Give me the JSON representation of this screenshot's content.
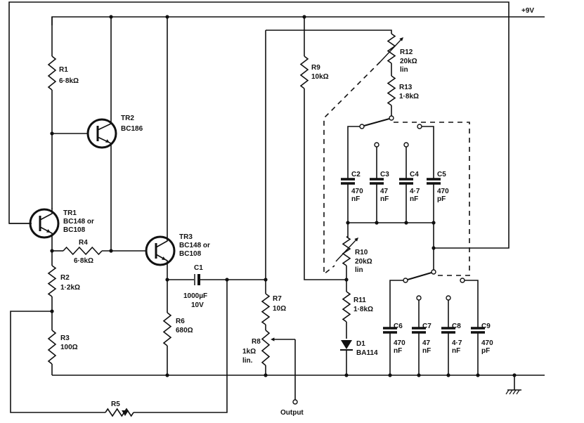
{
  "supply": "+9V",
  "output": "Output",
  "transistors": [
    {
      "ref": "TR1",
      "type": "BC148 or",
      "alt": "BC108"
    },
    {
      "ref": "TR2",
      "type": "BC186"
    },
    {
      "ref": "TR3",
      "type": "BC148 or",
      "alt": "BC108"
    }
  ],
  "resistors": [
    {
      "ref": "R1",
      "value": "6·8kΩ"
    },
    {
      "ref": "R2",
      "value": "1·2kΩ"
    },
    {
      "ref": "R3",
      "value": "100Ω"
    },
    {
      "ref": "R4",
      "value": "6·8kΩ"
    },
    {
      "ref": "R5"
    },
    {
      "ref": "R6",
      "value": "680Ω"
    },
    {
      "ref": "R7",
      "value": "10Ω"
    },
    {
      "ref": "R8",
      "value": "1kΩ",
      "law": "lin."
    },
    {
      "ref": "R9",
      "value": "10kΩ"
    },
    {
      "ref": "R10",
      "value": "20kΩ",
      "law": "lin"
    },
    {
      "ref": "R11",
      "value": "1·8kΩ"
    },
    {
      "ref": "R12",
      "value": "20kΩ",
      "law": "lin"
    },
    {
      "ref": "R13",
      "value": "1·8kΩ"
    }
  ],
  "capacitors": [
    {
      "ref": "C1",
      "value": "1000µF",
      "voltage": "10V"
    },
    {
      "ref": "C2",
      "value": "470",
      "unit": "nF"
    },
    {
      "ref": "C3",
      "value": "47",
      "unit": "nF"
    },
    {
      "ref": "C4",
      "value": "4·7",
      "unit": "nF"
    },
    {
      "ref": "C5",
      "value": "470",
      "unit": "pF"
    },
    {
      "ref": "C6",
      "value": "470",
      "unit": "nF"
    },
    {
      "ref": "C7",
      "value": "47",
      "unit": "nF"
    },
    {
      "ref": "C8",
      "value": "4·7",
      "unit": "nF"
    },
    {
      "ref": "C9",
      "value": "470",
      "unit": "pF"
    }
  ],
  "diode": {
    "ref": "D1",
    "type": "BA114"
  }
}
